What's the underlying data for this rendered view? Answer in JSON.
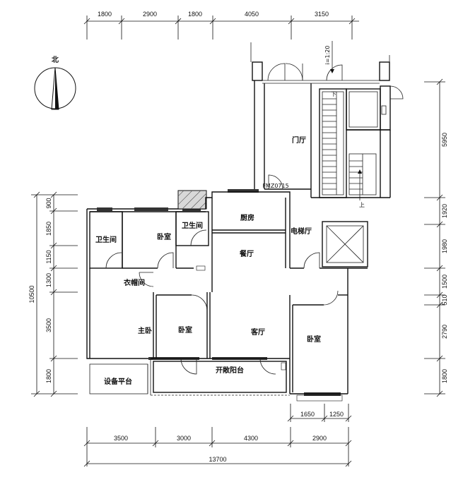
{
  "compass": {
    "label": "北"
  },
  "dims": {
    "top": [
      "1800",
      "2900",
      "1800",
      "4050",
      "3150"
    ],
    "right_upper": [
      "5950"
    ],
    "right": [
      "1920",
      "1980",
      "1500",
      "510",
      "2790",
      "1800"
    ],
    "left_total": "10500",
    "left": [
      "900",
      "1850",
      "1150",
      "1300",
      "3500",
      "1800"
    ],
    "bottom_small": [
      "1650",
      "1250"
    ],
    "bottom": [
      "3500",
      "3000",
      "4300",
      "2900"
    ],
    "bottom_total": "13700"
  },
  "slope": "i=1:20",
  "door_code": "FMZ0715",
  "stairs": {
    "down": "下",
    "up": "上"
  },
  "rooms": {
    "lobby": "门厅",
    "kitchen": "厨房",
    "elevator_hall": "电梯厅",
    "bath1": "卫生间",
    "bedroom1": "卧室",
    "bath2": "卫生间",
    "dining": "餐厅",
    "closet": "衣帽间",
    "master": "主卧",
    "bedroom2": "卧室",
    "living": "客厅",
    "bedroom3": "卧室",
    "equipment": "设备平台",
    "balcony": "开敞阳台"
  }
}
